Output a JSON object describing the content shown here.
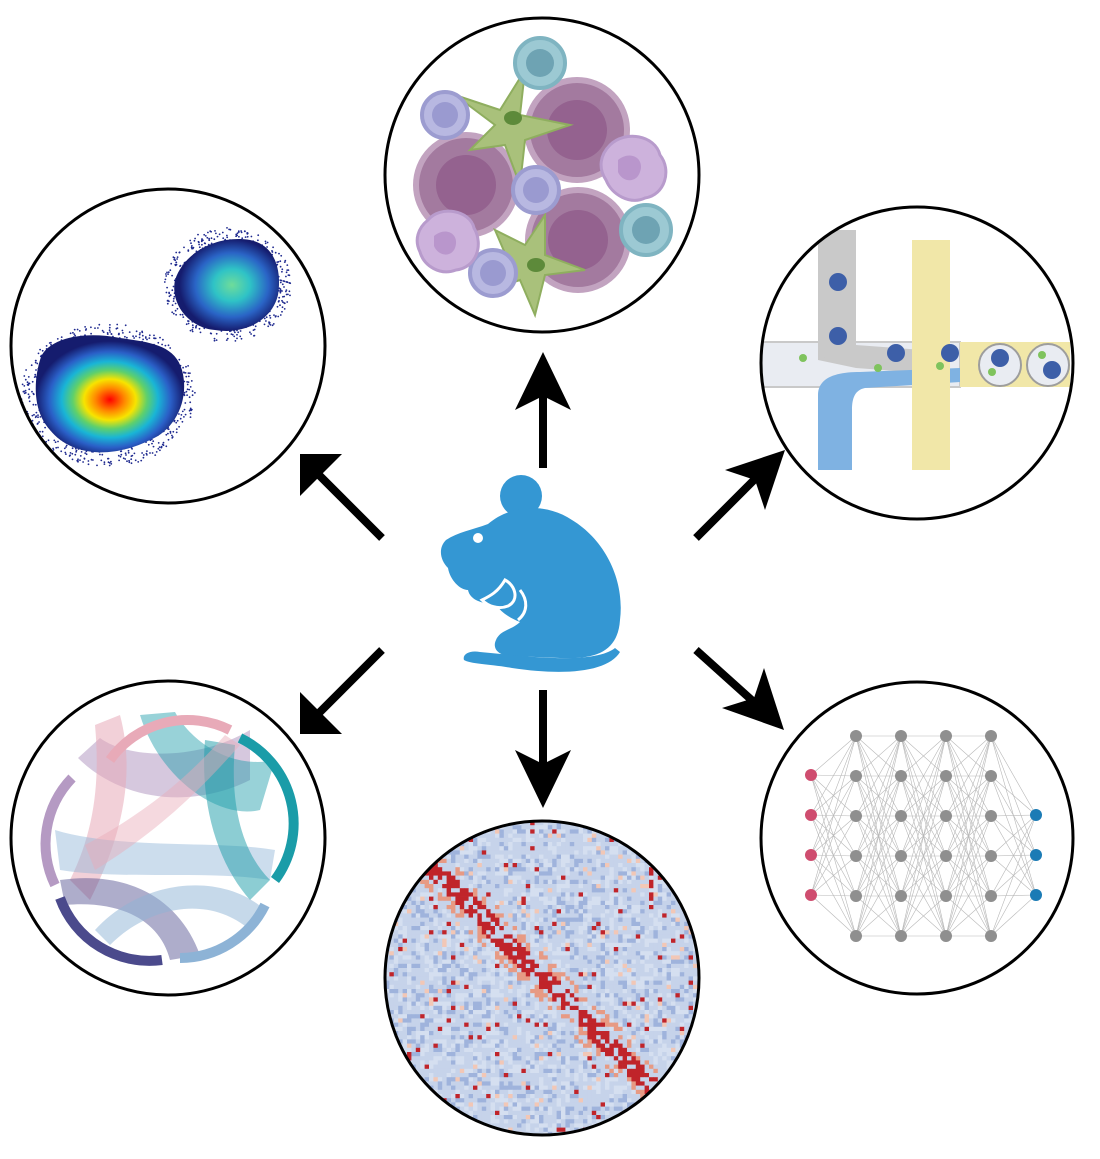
{
  "diagram": {
    "center": {
      "name": "mouse",
      "icon": "mouse-icon",
      "color": "#3497d3"
    },
    "panels": [
      {
        "name": "panel-cells",
        "icon": "immune-cells-icon"
      },
      {
        "name": "panel-microfluidics",
        "icon": "microfluidic-droplet-icon"
      },
      {
        "name": "panel-neural-network",
        "icon": "neural-network-icon"
      },
      {
        "name": "panel-heatmap",
        "icon": "heatmap-icon"
      },
      {
        "name": "panel-chord",
        "icon": "chord-diagram-icon"
      },
      {
        "name": "panel-density",
        "icon": "flow-cytometry-density-icon"
      }
    ]
  },
  "colors": {
    "mouse": "#3497d3",
    "arrow": "#000000",
    "circle_border": "#000000",
    "cell_purple": "#a2779f",
    "cell_lavender": "#b2b2dd",
    "cell_teal": "#8fc3ce",
    "cell_green": "#a9c17b",
    "channel_gray": "#c9c9c9",
    "channel_blue": "#7fb2e2",
    "channel_yellow": "#f1e7a8",
    "bead_blue": "#3d5fa8",
    "bead_green": "#7fc35d",
    "nn_input": "#cf4d6f",
    "nn_hidden": "#8f8f8f",
    "nn_output": "#1b7bb5",
    "heat_low": "#c6d3ea",
    "heat_high": "#c0242a",
    "chord_teal": "#1a9ca8",
    "chord_pink": "#e8aab8",
    "chord_purple": "#b59ac3",
    "chord_navy": "#4b4a8c",
    "chord_lightblue": "#8db3d6"
  }
}
